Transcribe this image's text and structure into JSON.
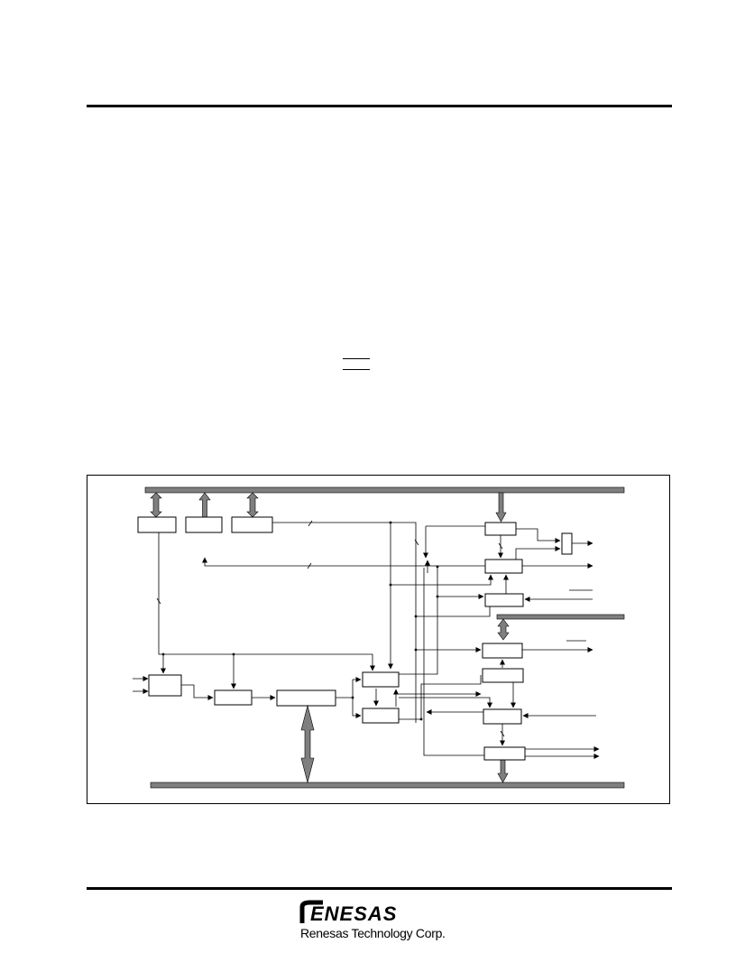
{
  "logo": {
    "brand_text": "RENESAS",
    "company_name": "Renesas Technology Corp."
  },
  "colors": {
    "rule": "#000000",
    "bus_fill": "#7f7f7f",
    "arrow_fill": "#7f7f7f",
    "line": "#000000"
  },
  "icons": {
    "logo": "renesas-logo"
  }
}
